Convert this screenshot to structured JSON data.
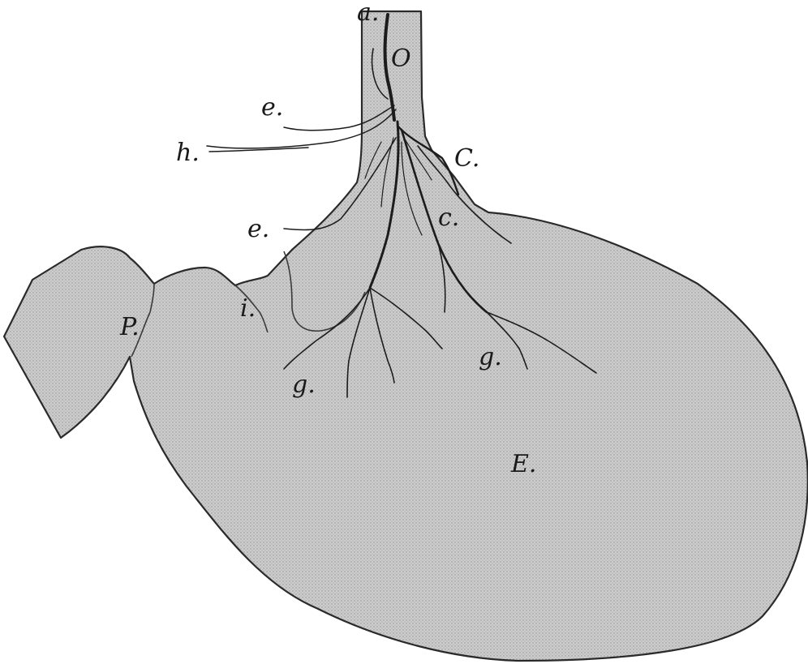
{
  "figure": {
    "labels": {
      "a": "a.",
      "o": "O",
      "e_upper": "e.",
      "h": "h.",
      "c_upper": "C.",
      "c_lower": "c.",
      "e_lower": "e.",
      "i": "i.",
      "p": "P.",
      "g_left": "g.",
      "g_right": "g.",
      "e_stomach": "E."
    }
  },
  "colors": {
    "fill": "#c9c9c9",
    "stipple": "#9a9a9a",
    "outline": "#2a2a2a",
    "nerve": "#1c1c1c"
  }
}
